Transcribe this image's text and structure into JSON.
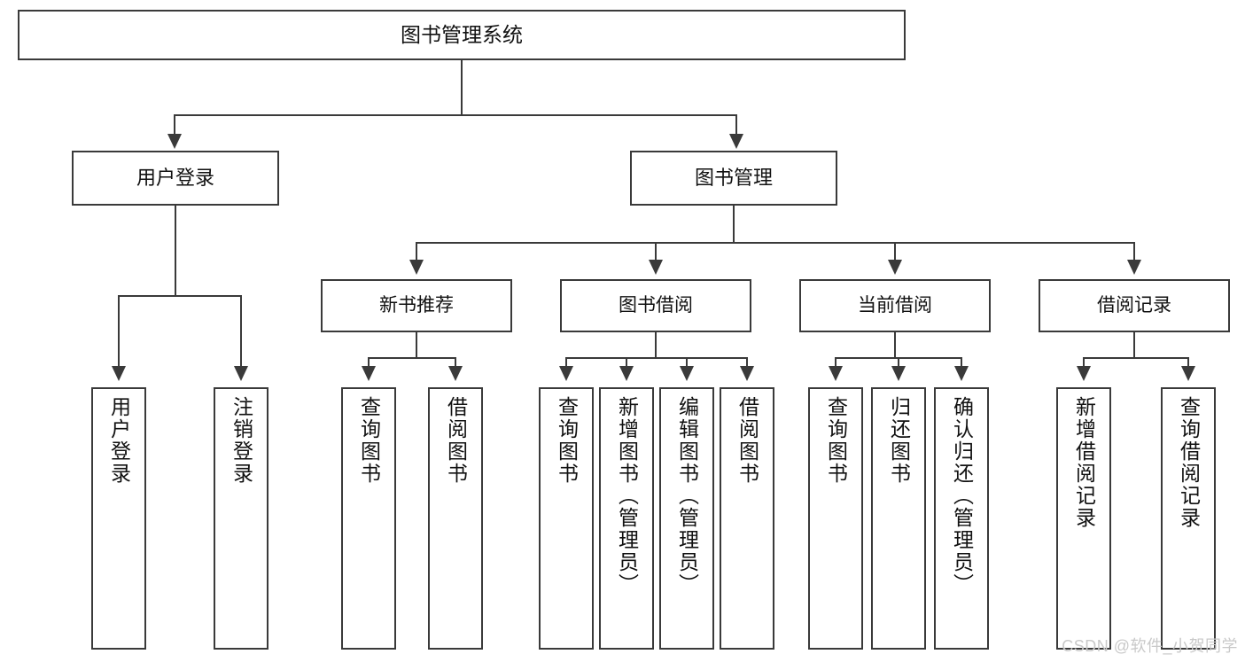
{
  "diagram": {
    "type": "tree-hierarchy-chart",
    "title": "图书管理系统",
    "root": {
      "id": "root",
      "label": "图书管理系统"
    },
    "level2": [
      {
        "id": "user-login",
        "label": "用户登录"
      },
      {
        "id": "book-management",
        "label": "图书管理"
      }
    ],
    "level3": [
      {
        "id": "new-book-recommend",
        "label": "新书推荐"
      },
      {
        "id": "book-borrow",
        "label": "图书借阅"
      },
      {
        "id": "current-borrow",
        "label": "当前借阅"
      },
      {
        "id": "borrow-record",
        "label": "借阅记录"
      }
    ],
    "leaves": {
      "user_login": [
        {
          "id": "leaf-user-login",
          "label": "用户登录"
        },
        {
          "id": "leaf-logout-login",
          "label": "注销登录"
        }
      ],
      "new_book_recommend": [
        {
          "id": "leaf-query-book-1",
          "label": "查询图书"
        },
        {
          "id": "leaf-borrow-book-1",
          "label": "借阅图书"
        }
      ],
      "book_borrow": [
        {
          "id": "leaf-query-book-2",
          "label": "查询图书"
        },
        {
          "id": "leaf-add-book",
          "label": "新增图书（管理员）"
        },
        {
          "id": "leaf-edit-book",
          "label": "编辑图书（管理员）"
        },
        {
          "id": "leaf-borrow-book-2",
          "label": "借阅图书"
        }
      ],
      "current_borrow": [
        {
          "id": "leaf-query-book-3",
          "label": "查询图书"
        },
        {
          "id": "leaf-return-book",
          "label": "归还图书"
        },
        {
          "id": "leaf-confirm-return",
          "label": "确认归还（管理员）"
        }
      ],
      "borrow_record": [
        {
          "id": "leaf-add-borrow-record",
          "label": "新增借阅记录"
        },
        {
          "id": "leaf-query-borrow-record",
          "label": "查询借阅记录"
        }
      ]
    }
  },
  "watermark": {
    "text": "CSDN @软件_小贺同学"
  },
  "colors": {
    "stroke": "#3a3a3a",
    "box_fill": "#ffffff",
    "text": "#111111",
    "watermark": "#c9c9c9",
    "background": "#ffffff"
  }
}
